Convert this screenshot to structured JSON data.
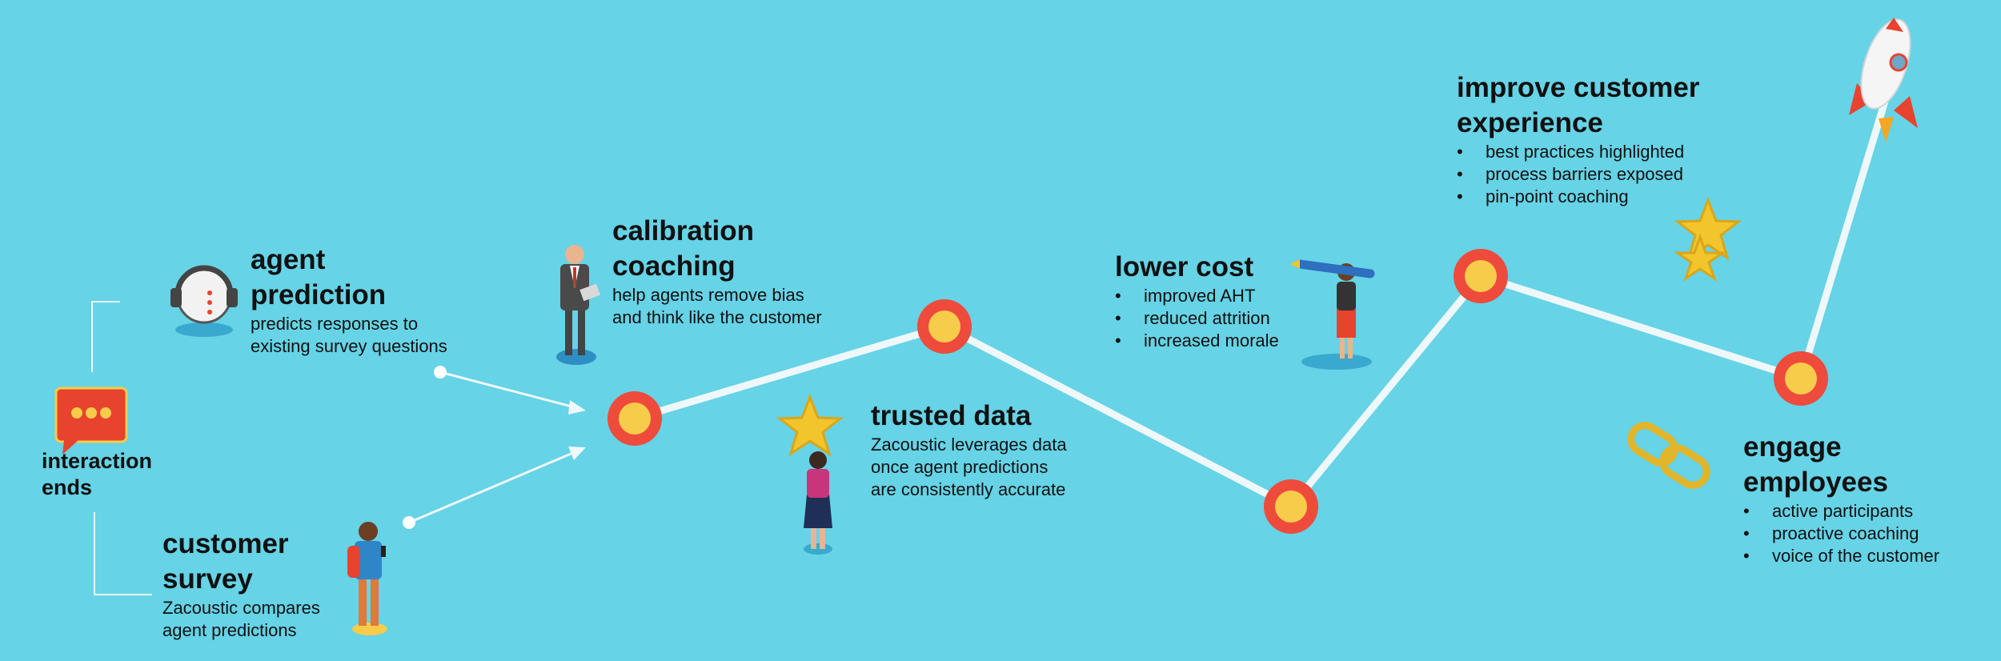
{
  "interaction_ends": {
    "line1": "interaction",
    "line2": "ends"
  },
  "agent_prediction": {
    "title": [
      "agent",
      "prediction"
    ],
    "desc": [
      "predicts responses to",
      "existing survey questions"
    ]
  },
  "customer_survey": {
    "title": [
      "customer",
      "survey"
    ],
    "desc": [
      "Zacoustic compares",
      "agent predictions"
    ]
  },
  "calibration_coaching": {
    "title": [
      "calibration",
      "coaching"
    ],
    "desc": [
      "help agents remove bias",
      "and think like the customer"
    ]
  },
  "trusted_data": {
    "title": "trusted data",
    "desc": [
      "Zacoustic leverages data",
      "once agent predictions",
      "are consistently accurate"
    ]
  },
  "lower_cost": {
    "title": "lower cost",
    "bullets": [
      "improved AHT",
      "reduced attrition",
      "increased morale"
    ]
  },
  "improve_customer_experience": {
    "title": [
      "improve customer",
      "experience"
    ],
    "bullets": [
      "best practices highlighted",
      "process barriers exposed",
      "pin-point coaching"
    ]
  },
  "engage_employees": {
    "title": [
      "engage",
      "employees"
    ],
    "bullets": [
      "active participants",
      "proactive coaching",
      "voice of the customer"
    ]
  },
  "colors": {
    "background": "#66d3e6",
    "node_ring": "#ee4b3c",
    "node_center": "#f7cc4a",
    "path_line": "#eef8fb",
    "chat_bubble": "#e8432f"
  },
  "icons": [
    "chat-bubble-icon",
    "headset-icon",
    "businessman-icon",
    "student-phone-icon",
    "woman-star-icon",
    "woman-pencil-icon",
    "stars-icon",
    "chain-link-icon",
    "rocket-icon"
  ]
}
